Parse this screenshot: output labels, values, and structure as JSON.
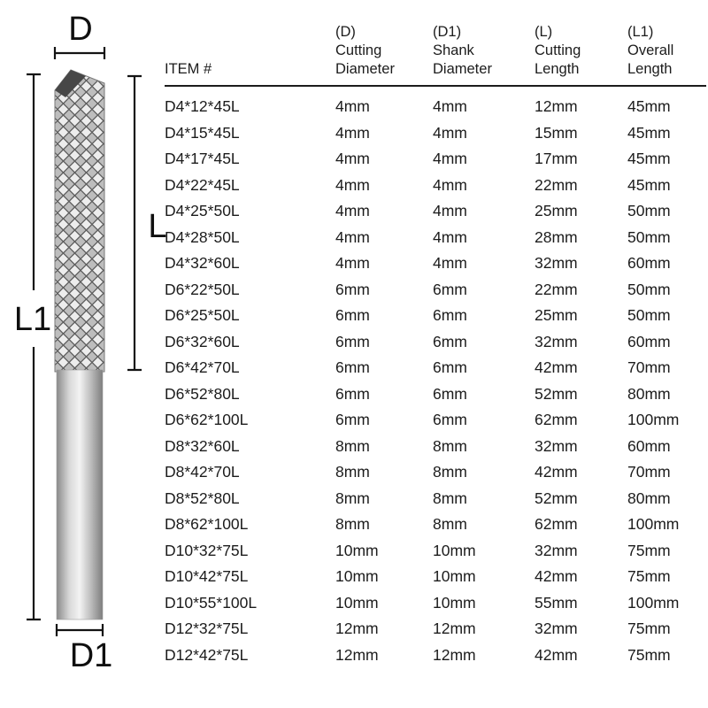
{
  "diagram": {
    "label_top": "D",
    "label_left": "L1",
    "label_right": "L",
    "label_bottom": "D1"
  },
  "table": {
    "headers": [
      "ITEM #",
      "(D)\nCutting\nDiameter",
      "(D1)\nShank\nDiameter",
      "(L)\nCutting\nLength",
      "(L1)\nOverall\nLength"
    ],
    "rows": [
      [
        "D4*12*45L",
        "4mm",
        "4mm",
        "12mm",
        "45mm"
      ],
      [
        "D4*15*45L",
        "4mm",
        "4mm",
        "15mm",
        "45mm"
      ],
      [
        "D4*17*45L",
        "4mm",
        "4mm",
        "17mm",
        "45mm"
      ],
      [
        "D4*22*45L",
        "4mm",
        "4mm",
        "22mm",
        "45mm"
      ],
      [
        "D4*25*50L",
        "4mm",
        "4mm",
        "25mm",
        "50mm"
      ],
      [
        "D4*28*50L",
        "4mm",
        "4mm",
        "28mm",
        "50mm"
      ],
      [
        "D4*32*60L",
        "4mm",
        "4mm",
        "32mm",
        "60mm"
      ],
      [
        "D6*22*50L",
        "6mm",
        "6mm",
        "22mm",
        "50mm"
      ],
      [
        "D6*25*50L",
        "6mm",
        "6mm",
        "25mm",
        "50mm"
      ],
      [
        "D6*32*60L",
        "6mm",
        "6mm",
        "32mm",
        "60mm"
      ],
      [
        "D6*42*70L",
        "6mm",
        "6mm",
        "42mm",
        "70mm"
      ],
      [
        "D6*52*80L",
        "6mm",
        "6mm",
        "52mm",
        "80mm"
      ],
      [
        "D6*62*100L",
        "6mm",
        "6mm",
        "62mm",
        "100mm"
      ],
      [
        "D8*32*60L",
        "8mm",
        "8mm",
        "32mm",
        "60mm"
      ],
      [
        "D8*42*70L",
        "8mm",
        "8mm",
        "42mm",
        "70mm"
      ],
      [
        "D8*52*80L",
        "8mm",
        "8mm",
        "52mm",
        "80mm"
      ],
      [
        "D8*62*100L",
        "8mm",
        "8mm",
        "62mm",
        "100mm"
      ],
      [
        "D10*32*75L",
        "10mm",
        "10mm",
        "32mm",
        "75mm"
      ],
      [
        "D10*42*75L",
        "10mm",
        "10mm",
        "42mm",
        "75mm"
      ],
      [
        "D10*55*100L",
        "10mm",
        "10mm",
        "55mm",
        "100mm"
      ],
      [
        "D12*32*75L",
        "12mm",
        "12mm",
        "32mm",
        "75mm"
      ],
      [
        "D12*42*75L",
        "12mm",
        "12mm",
        "42mm",
        "75mm"
      ]
    ]
  },
  "colors": {
    "text": "#1c1c1c",
    "dimension_lines": "#141414"
  }
}
